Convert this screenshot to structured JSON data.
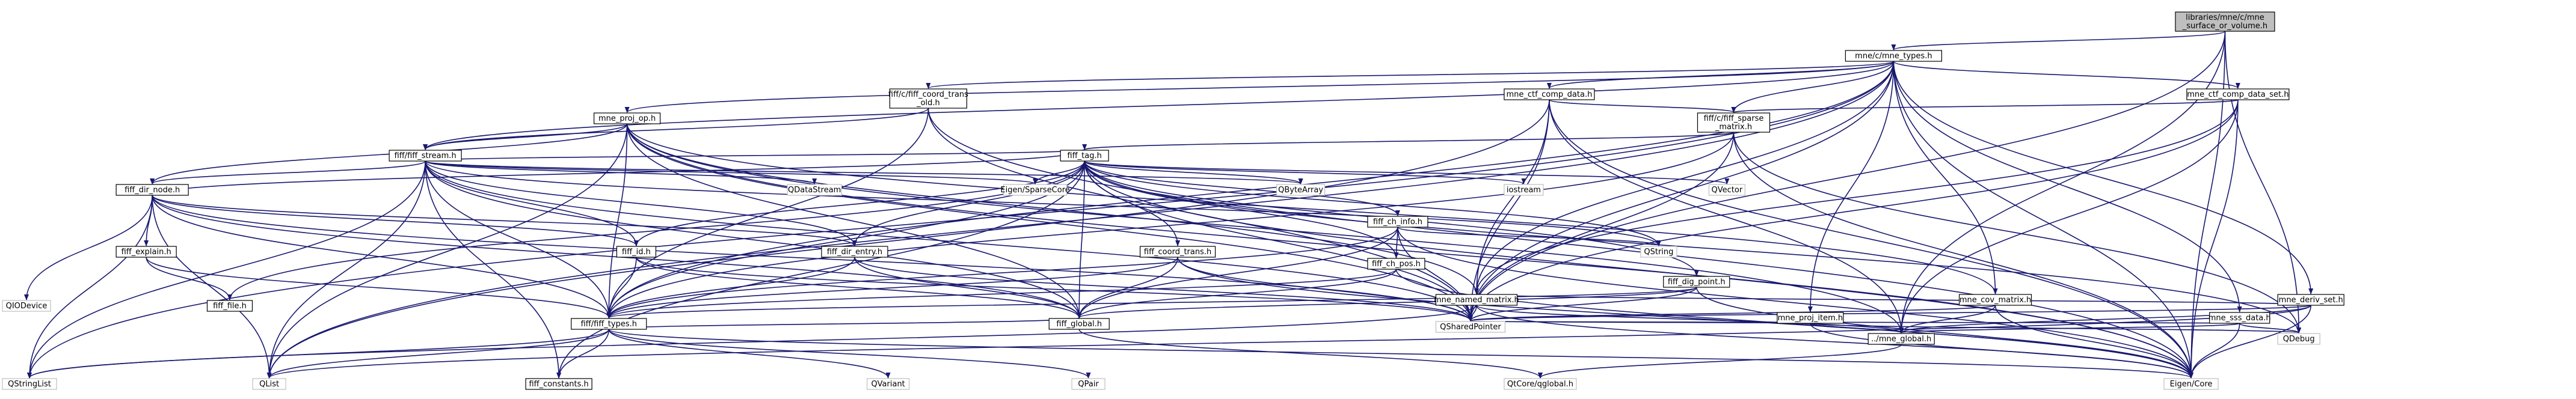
{
  "graph": {
    "edge_color": "#191970",
    "nodes": [
      {
        "id": "root",
        "lines": [
          "libraries/mne/c/mne",
          "_surface_or_volume.h"
        ],
        "root": true
      },
      {
        "id": "mne_types",
        "lines": [
          "mne/c/mne_types.h"
        ]
      },
      {
        "id": "fiff_coord_trans_old",
        "lines": [
          "fiff/c/fiff_coord_trans",
          "_old.h"
        ]
      },
      {
        "id": "mne_ctf_comp_data",
        "lines": [
          "mne_ctf_comp_data.h"
        ]
      },
      {
        "id": "mne_ctf_comp_data_set",
        "lines": [
          "mne_ctf_comp_data_set.h"
        ]
      },
      {
        "id": "mne_proj_op",
        "lines": [
          "mne_proj_op.h"
        ]
      },
      {
        "id": "fiff_sparse_matrix",
        "lines": [
          "fiff/c/fiff_sparse",
          "_matrix.h"
        ]
      },
      {
        "id": "fiff_stream",
        "lines": [
          "fiff/fiff_stream.h"
        ]
      },
      {
        "id": "fiff_tag",
        "lines": [
          "fiff_tag.h"
        ]
      },
      {
        "id": "fiff_dir_node",
        "lines": [
          "fiff_dir_node.h"
        ]
      },
      {
        "id": "qdatastream",
        "lines": [
          "QDataStream"
        ],
        "leaf": true
      },
      {
        "id": "eigen_sparse",
        "lines": [
          "Eigen/SparseCore"
        ],
        "leaf": true
      },
      {
        "id": "qbytearray",
        "lines": [
          "QByteArray"
        ],
        "leaf": true
      },
      {
        "id": "iostream",
        "lines": [
          "iostream"
        ],
        "leaf": true
      },
      {
        "id": "qvector",
        "lines": [
          "QVector"
        ],
        "leaf": true
      },
      {
        "id": "fiff_ch_info",
        "lines": [
          "fiff_ch_info.h"
        ]
      },
      {
        "id": "fiff_explain",
        "lines": [
          "fiff_explain.h"
        ]
      },
      {
        "id": "fiff_id",
        "lines": [
          "fiff_id.h"
        ]
      },
      {
        "id": "fiff_dir_entry",
        "lines": [
          "fiff_dir_entry.h"
        ]
      },
      {
        "id": "fiff_coord_trans",
        "lines": [
          "fiff_coord_trans.h"
        ]
      },
      {
        "id": "fiff_ch_pos",
        "lines": [
          "fiff_ch_pos.h"
        ]
      },
      {
        "id": "qstring",
        "lines": [
          "QString"
        ],
        "leaf": true
      },
      {
        "id": "fiff_dig_point",
        "lines": [
          "fiff_dig_point.h"
        ]
      },
      {
        "id": "mne_cov_matrix",
        "lines": [
          "mne_cov_matrix.h"
        ]
      },
      {
        "id": "mne_deriv_set",
        "lines": [
          "mne_deriv_set.h"
        ]
      },
      {
        "id": "mne_named_matrix",
        "lines": [
          "mne_named_matrix.h"
        ]
      },
      {
        "id": "mne_proj_item",
        "lines": [
          "mne_proj_item.h"
        ]
      },
      {
        "id": "mne_sss_data",
        "lines": [
          "mne_sss_data.h"
        ]
      },
      {
        "id": "qiodevice",
        "lines": [
          "QIODevice"
        ],
        "leaf": true
      },
      {
        "id": "fiff_file",
        "lines": [
          "fiff_file.h"
        ]
      },
      {
        "id": "fiff_types",
        "lines": [
          "fiff/fiff_types.h"
        ]
      },
      {
        "id": "fiff_global",
        "lines": [
          "fiff_global.h"
        ]
      },
      {
        "id": "qsharedpointer",
        "lines": [
          "QSharedPointer"
        ],
        "leaf": true
      },
      {
        "id": "mne_global",
        "lines": [
          "../mne_global.h"
        ]
      },
      {
        "id": "qdebug",
        "lines": [
          "QDebug"
        ],
        "leaf": true
      },
      {
        "id": "qstringlist",
        "lines": [
          "QStringList"
        ],
        "leaf": true
      },
      {
        "id": "qlist",
        "lines": [
          "QList"
        ],
        "leaf": true
      },
      {
        "id": "fiff_constants",
        "lines": [
          "fiff_constants.h"
        ]
      },
      {
        "id": "qvariant",
        "lines": [
          "QVariant"
        ],
        "leaf": true
      },
      {
        "id": "qpair",
        "lines": [
          "QPair"
        ],
        "leaf": true
      },
      {
        "id": "qtcore_global",
        "lines": [
          "QtCore/qglobal.h"
        ],
        "leaf": true
      },
      {
        "id": "eigen_core",
        "lines": [
          "Eigen/Core"
        ],
        "leaf": true
      }
    ],
    "edges": [
      [
        "root",
        "mne_types"
      ],
      [
        "root",
        "mne_global"
      ],
      [
        "root",
        "qdebug"
      ],
      [
        "root",
        "eigen_core"
      ],
      [
        "root",
        "qsharedpointer"
      ],
      [
        "mne_types",
        "fiff_coord_trans_old"
      ],
      [
        "mne_types",
        "mne_ctf_comp_data"
      ],
      [
        "mne_types",
        "mne_ctf_comp_data_set"
      ],
      [
        "mne_types",
        "mne_proj_op"
      ],
      [
        "mne_types",
        "fiff_sparse_matrix"
      ],
      [
        "mne_types",
        "fiff_stream"
      ],
      [
        "mne_types",
        "mne_cov_matrix"
      ],
      [
        "mne_types",
        "mne_deriv_set"
      ],
      [
        "mne_types",
        "mne_named_matrix"
      ],
      [
        "mne_types",
        "mne_proj_item"
      ],
      [
        "mne_types",
        "mne_sss_data"
      ],
      [
        "mne_types",
        "fiff_types"
      ],
      [
        "mne_types",
        "qstringlist"
      ],
      [
        "mne_types",
        "qlist"
      ],
      [
        "mne_types",
        "eigen_core"
      ],
      [
        "mne_types",
        "qsharedpointer"
      ],
      [
        "mne_ctf_comp_data",
        "fiff_sparse_matrix"
      ],
      [
        "mne_ctf_comp_data",
        "mne_named_matrix"
      ],
      [
        "mne_ctf_comp_data",
        "mne_global"
      ],
      [
        "mne_ctf_comp_data",
        "qsharedpointer"
      ],
      [
        "mne_ctf_comp_data",
        "eigen_core"
      ],
      [
        "mne_ctf_comp_data",
        "qlist"
      ],
      [
        "mne_ctf_comp_data_set",
        "fiff_sparse_matrix"
      ],
      [
        "mne_ctf_comp_data_set",
        "mne_named_matrix"
      ],
      [
        "mne_ctf_comp_data_set",
        "mne_global"
      ],
      [
        "mne_ctf_comp_data_set",
        "qsharedpointer"
      ],
      [
        "mne_ctf_comp_data_set",
        "eigen_core"
      ],
      [
        "fiff_coord_trans_old",
        "fiff_stream"
      ],
      [
        "fiff_coord_trans_old",
        "fiff_types"
      ],
      [
        "fiff_coord_trans_old",
        "qsharedpointer"
      ],
      [
        "fiff_coord_trans_old",
        "eigen_core"
      ],
      [
        "mne_proj_op",
        "fiff_stream"
      ],
      [
        "mne_proj_op",
        "fiff_dir_node"
      ],
      [
        "mne_proj_op",
        "fiff_types"
      ],
      [
        "mne_proj_op",
        "fiff_global"
      ],
      [
        "mne_proj_op",
        "mne_global"
      ],
      [
        "mne_proj_op",
        "qsharedpointer"
      ],
      [
        "mne_proj_op",
        "qlist"
      ],
      [
        "mne_proj_op",
        "eigen_core"
      ],
      [
        "mne_proj_op",
        "mne_named_matrix"
      ],
      [
        "mne_proj_op",
        "mne_cov_matrix"
      ],
      [
        "fiff_sparse_matrix",
        "fiff_tag"
      ],
      [
        "fiff_sparse_matrix",
        "fiff_types"
      ],
      [
        "fiff_sparse_matrix",
        "qsharedpointer"
      ],
      [
        "fiff_sparse_matrix",
        "eigen_core"
      ],
      [
        "fiff_sparse_matrix",
        "qdebug"
      ],
      [
        "fiff_stream",
        "qdatastream"
      ],
      [
        "fiff_stream",
        "eigen_sparse"
      ],
      [
        "fiff_stream",
        "qbytearray"
      ],
      [
        "fiff_stream",
        "fiff_dir_node"
      ],
      [
        "fiff_stream",
        "fiff_id"
      ],
      [
        "fiff_stream",
        "fiff_dir_entry"
      ],
      [
        "fiff_stream",
        "fiff_types"
      ],
      [
        "fiff_stream",
        "fiff_global"
      ],
      [
        "fiff_stream",
        "qstringlist"
      ],
      [
        "fiff_stream",
        "qlist"
      ],
      [
        "fiff_stream",
        "qsharedpointer"
      ],
      [
        "fiff_stream",
        "qstring"
      ],
      [
        "fiff_stream",
        "fiff_tag"
      ],
      [
        "fiff_stream",
        "fiff_constants"
      ],
      [
        "fiff_tag",
        "eigen_sparse"
      ],
      [
        "fiff_tag",
        "qbytearray"
      ],
      [
        "fiff_tag",
        "iostream"
      ],
      [
        "fiff_tag",
        "qvector"
      ],
      [
        "fiff_tag",
        "fiff_ch_info"
      ],
      [
        "fiff_tag",
        "fiff_id"
      ],
      [
        "fiff_tag",
        "fiff_dir_entry"
      ],
      [
        "fiff_tag",
        "fiff_coord_trans"
      ],
      [
        "fiff_tag",
        "fiff_ch_pos"
      ],
      [
        "fiff_tag",
        "fiff_dig_point"
      ],
      [
        "fiff_tag",
        "fiff_types"
      ],
      [
        "fiff_tag",
        "fiff_global"
      ],
      [
        "fiff_tag",
        "fiff_file"
      ],
      [
        "fiff_tag",
        "qsharedpointer"
      ],
      [
        "fiff_tag",
        "qdebug"
      ],
      [
        "fiff_tag",
        "eigen_core"
      ],
      [
        "fiff_tag",
        "qstring"
      ],
      [
        "fiff_tag",
        "fiff_constants"
      ],
      [
        "fiff_dir_node",
        "fiff_explain"
      ],
      [
        "fiff_dir_node",
        "fiff_id"
      ],
      [
        "fiff_dir_node",
        "fiff_dir_entry"
      ],
      [
        "fiff_dir_node",
        "fiff_types"
      ],
      [
        "fiff_dir_node",
        "fiff_global"
      ],
      [
        "fiff_dir_node",
        "qiodevice"
      ],
      [
        "fiff_dir_node",
        "qstringlist"
      ],
      [
        "fiff_dir_node",
        "qlist"
      ],
      [
        "fiff_dir_node",
        "qsharedpointer"
      ],
      [
        "fiff_dir_node",
        "fiff_tag"
      ],
      [
        "fiff_ch_info",
        "fiff_ch_pos"
      ],
      [
        "fiff_ch_info",
        "fiff_types"
      ],
      [
        "fiff_ch_info",
        "fiff_global"
      ],
      [
        "fiff_ch_info",
        "qstring"
      ],
      [
        "fiff_ch_info",
        "qsharedpointer"
      ],
      [
        "fiff_ch_info",
        "eigen_core"
      ],
      [
        "fiff_explain",
        "fiff_file"
      ],
      [
        "fiff_explain",
        "fiff_types"
      ],
      [
        "fiff_id",
        "fiff_types"
      ],
      [
        "fiff_id",
        "fiff_global"
      ],
      [
        "fiff_id",
        "qsharedpointer"
      ],
      [
        "fiff_dir_entry",
        "fiff_types"
      ],
      [
        "fiff_dir_entry",
        "fiff_global"
      ],
      [
        "fiff_dir_entry",
        "qsharedpointer"
      ],
      [
        "fiff_coord_trans",
        "fiff_types"
      ],
      [
        "fiff_coord_trans",
        "fiff_global"
      ],
      [
        "fiff_coord_trans",
        "qsharedpointer"
      ],
      [
        "fiff_coord_trans",
        "eigen_core"
      ],
      [
        "fiff_ch_pos",
        "fiff_types"
      ],
      [
        "fiff_ch_pos",
        "fiff_global"
      ],
      [
        "fiff_ch_pos",
        "eigen_core"
      ],
      [
        "fiff_dig_point",
        "fiff_types"
      ],
      [
        "fiff_dig_point",
        "fiff_global"
      ],
      [
        "fiff_dig_point",
        "qsharedpointer"
      ],
      [
        "fiff_dig_point",
        "eigen_core"
      ],
      [
        "mne_cov_matrix",
        "mne_global"
      ],
      [
        "mne_cov_matrix",
        "qsharedpointer"
      ],
      [
        "mne_cov_matrix",
        "eigen_core"
      ],
      [
        "mne_deriv_set",
        "mne_named_matrix"
      ],
      [
        "mne_deriv_set",
        "mne_global"
      ],
      [
        "mne_deriv_set",
        "qsharedpointer"
      ],
      [
        "mne_deriv_set",
        "qlist"
      ],
      [
        "mne_deriv_set",
        "eigen_core"
      ],
      [
        "mne_named_matrix",
        "mne_global"
      ],
      [
        "mne_named_matrix",
        "qsharedpointer"
      ],
      [
        "mne_named_matrix",
        "eigen_core"
      ],
      [
        "mne_named_matrix",
        "qstringlist"
      ],
      [
        "mne_proj_item",
        "mne_global"
      ],
      [
        "mne_proj_item",
        "qsharedpointer"
      ],
      [
        "mne_proj_item",
        "eigen_core"
      ],
      [
        "mne_proj_item",
        "qdebug"
      ],
      [
        "mne_sss_data",
        "mne_global"
      ],
      [
        "mne_sss_data",
        "qsharedpointer"
      ],
      [
        "mne_sss_data",
        "eigen_core"
      ],
      [
        "mne_sss_data",
        "qdebug"
      ],
      [
        "fiff_types",
        "fiff_global"
      ],
      [
        "fiff_types",
        "fiff_constants"
      ],
      [
        "fiff_types",
        "qvariant"
      ],
      [
        "fiff_types",
        "qpair"
      ],
      [
        "fiff_types",
        "qstringlist"
      ],
      [
        "fiff_types",
        "qlist"
      ],
      [
        "fiff_types",
        "eigen_core"
      ],
      [
        "fiff_global",
        "qtcore_global"
      ],
      [
        "mne_global",
        "qtcore_global"
      ]
    ]
  }
}
